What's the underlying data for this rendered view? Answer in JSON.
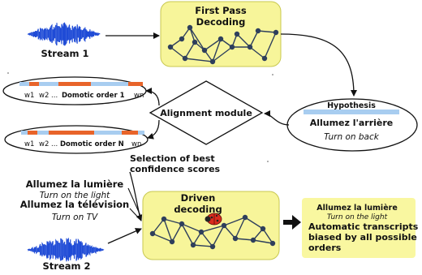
{
  "colors": {
    "decoding_box_fill": "#f7f59a",
    "decoding_box_stroke": "#c8c850",
    "result_box_fill": "#f9f7a0",
    "sequence_bar": "#a8cdf0",
    "word_block": "#e8642a",
    "lattice_node": "#2e3f5c",
    "waveform": "#1f4bd6",
    "ladybug": "#d92b1e",
    "text": "#111111"
  },
  "icons": {
    "stream1_waveform": "audio-waveform-icon",
    "stream2_waveform": "audio-waveform-icon",
    "ladybug": "ladybug-icon"
  },
  "stream1": {
    "label": "Stream 1"
  },
  "stream2": {
    "label": "Stream 2"
  },
  "first_pass": {
    "title_line1": "First Pass",
    "title_line2": "Decoding"
  },
  "hypothesis": {
    "title": "Hypothesis",
    "text": "Allumez l'arrière",
    "translation": "Turn on back"
  },
  "alignment": {
    "label": "Alignment module"
  },
  "sequences": [
    {
      "w1": "w1",
      "w2": "w2 ...",
      "order": "Domotic order 1",
      "wn": "wn"
    },
    {
      "w1": "w1",
      "w2": "w2 ...",
      "order": "Domotic order N",
      "wn": "wn"
    }
  ],
  "selection": {
    "line1": "Selection of best",
    "line2": "confidence scores"
  },
  "candidates": [
    {
      "text": "Allumez la lumière",
      "translation": "Turn on the light"
    },
    {
      "text": "Allumez la télévision",
      "translation": "Turn on TV"
    }
  ],
  "driven": {
    "title_line1": "Driven",
    "title_line2": "decoding"
  },
  "result": {
    "text": "Allumez la lumière",
    "translation": "Turn on the light",
    "line1": "Automatic transcripts",
    "line2": "biased by all possible",
    "line3": "orders"
  }
}
